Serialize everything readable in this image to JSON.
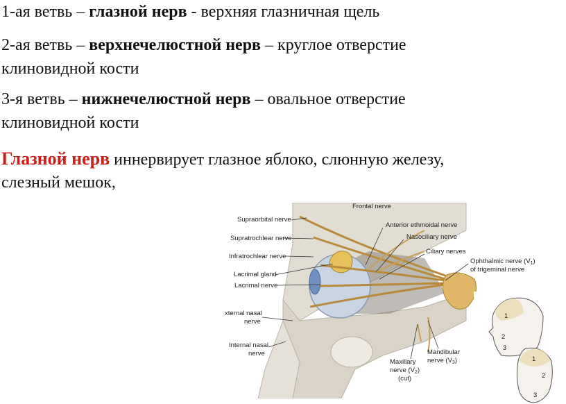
{
  "text": {
    "line1": {
      "prefix": "1-ая ветвь – ",
      "bold": "глазной нерв",
      "suffix": " - верхняя глазничная щель"
    },
    "line2": {
      "prefix": "2-ая ветвь – ",
      "bold": "верхнечелюстной нерв",
      "suffix": " – круглое отверстие"
    },
    "line2b": "клиновидной кости",
    "line3": {
      "prefix": "3-я ветвь – ",
      "bold": "нижнечелюстной нерв",
      "suffix": " – овальное отверстие"
    },
    "line3b": "клиновидной кости",
    "line4": {
      "red": "Глазной нерв",
      "suffix": " иннервирует глазное яблоко, слюнную железу,"
    },
    "line4b": "слезный мешок,"
  },
  "figure": {
    "labels": {
      "frontal": "Frontal nerve",
      "supraorbital": "Supraorbital nerve",
      "supratrochlear": "Supratrochlear nerve",
      "infratrochlear": "Infratrochlear nerve",
      "lacrimal_gland": "Lacrimal gland",
      "lacrimal_nerve": "Lacrimal nerve",
      "external_nasal_1": "xternal nasal",
      "external_nasal_2": "nerve",
      "internal_nasal_1": "Internal nasal",
      "internal_nasal_2": "nerve",
      "anterior_ethmoidal": "Anterior ethmoidal nerve",
      "nasociliary": "Nasociliary nerve",
      "ciliary": "Ciliary nerves",
      "ophthalmic_1": "Ophthalmic nerve (V",
      "ophthalmic_sub": "1",
      "ophthalmic_close": ")",
      "ophthalmic_2": "of trigeminal nerve",
      "maxillary_1": "Maxillary",
      "maxillary_2": "nerve (V",
      "maxillary_sub": "2",
      "maxillary_close": ")",
      "maxillary_3": "(cut)",
      "mandibular_1": "Mandibular",
      "mandibular_2": "nerve (V",
      "mandibular_sub": "3",
      "mandibular_close": ")"
    },
    "face_numbers": [
      "1",
      "2",
      "3"
    ]
  },
  "colors": {
    "red_heading": "#cc1f1a",
    "nerve": "#b88a3a",
    "ganglion": "#e6c25a",
    "bone": "#dcd6cc"
  }
}
